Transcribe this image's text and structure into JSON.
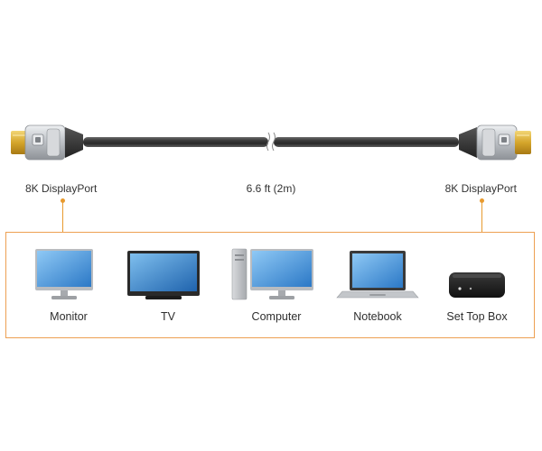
{
  "cable": {
    "left_port_label": "8K DisplayPort",
    "right_port_label": "8K DisplayPort",
    "length_label": "6.6 ft (2m)"
  },
  "devices": [
    {
      "label": "Monitor",
      "icon": "monitor-icon"
    },
    {
      "label": "TV",
      "icon": "tv-icon"
    },
    {
      "label": "Computer",
      "icon": "computer-icon"
    },
    {
      "label": "Notebook",
      "icon": "notebook-icon"
    },
    {
      "label": "Set Top Box",
      "icon": "set-top-box-icon"
    }
  ],
  "colors": {
    "accent": "#e89a2e",
    "cable": "#3a3a3a",
    "connector_gold": "#d4a62a",
    "connector_silver": "#b9bcc0"
  }
}
